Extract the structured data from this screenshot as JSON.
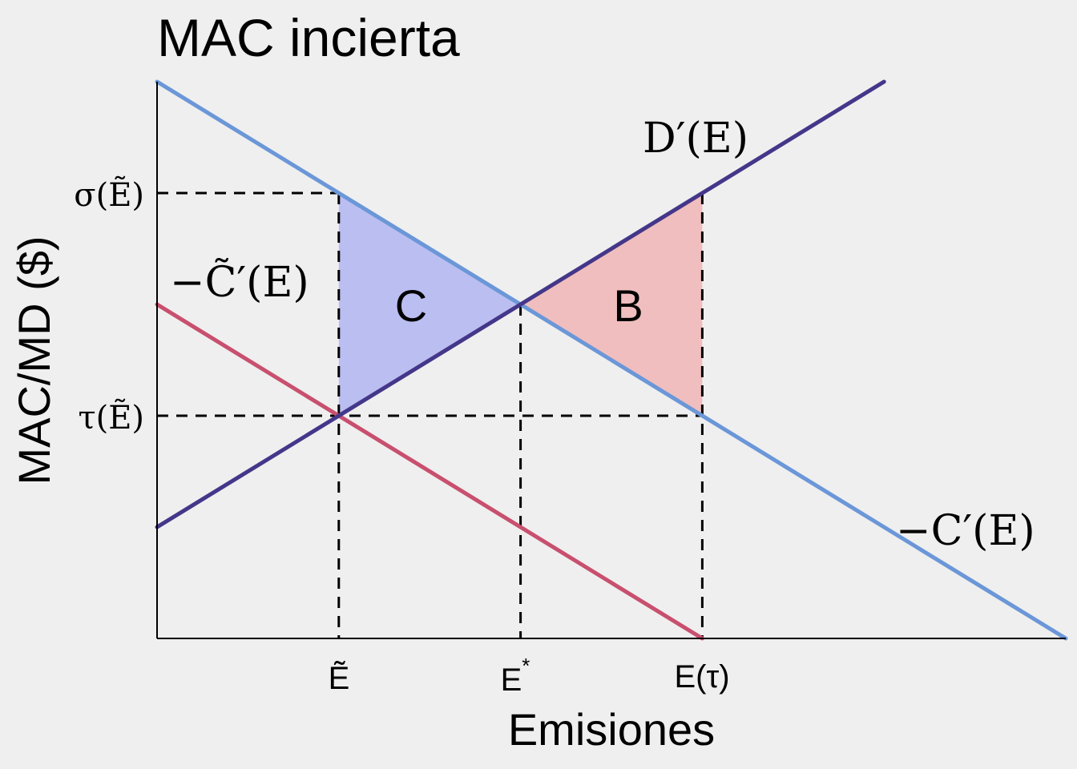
{
  "chart_data": {
    "type": "line",
    "title": "MAC incierta",
    "xlabel": "Emisiones",
    "ylabel": "MAC/MD ($)",
    "xlim": [
      0,
      10
    ],
    "ylim": [
      0,
      10
    ],
    "series": [
      {
        "name": "−C′(E)",
        "color": "#6b97d8",
        "x": [
          0,
          10
        ],
        "y": [
          10,
          0
        ]
      },
      {
        "name": "−C̃′(E)",
        "color": "#c8506e",
        "x": [
          0,
          6
        ],
        "y": [
          6,
          0
        ]
      },
      {
        "name": "D′(E)",
        "color": "#44378a",
        "x": [
          0,
          8
        ],
        "y": [
          2,
          10
        ]
      }
    ],
    "x_ticks": [
      {
        "value": 2,
        "label": "Ẽ"
      },
      {
        "value": 4,
        "label": "E",
        "sup": "*"
      },
      {
        "value": 6,
        "label": "E(τ)"
      }
    ],
    "y_ticks": [
      {
        "value": 8,
        "label": "σ(Ẽ)"
      },
      {
        "value": 4,
        "label": "τ(Ẽ)"
      }
    ],
    "areas": [
      {
        "label": "C",
        "color": "#bbbef0",
        "points": [
          [
            2,
            8
          ],
          [
            4,
            6
          ],
          [
            2,
            4
          ]
        ]
      },
      {
        "label": "B",
        "color": "#f0bebe",
        "points": [
          [
            4,
            6
          ],
          [
            6,
            8
          ],
          [
            6,
            4
          ]
        ]
      }
    ]
  }
}
